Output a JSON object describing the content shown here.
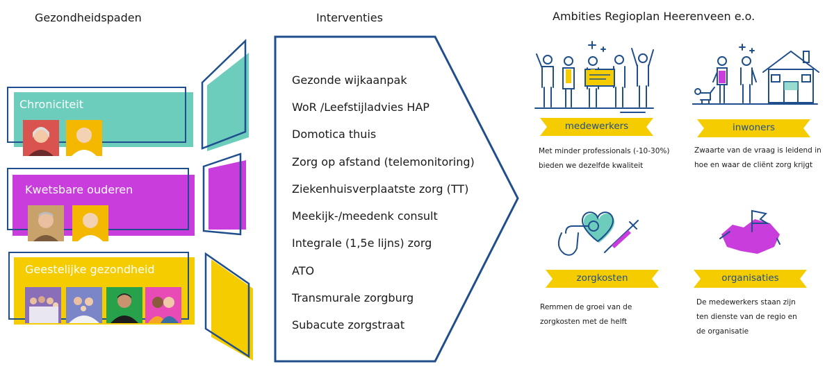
{
  "columns": {
    "pathways_title": "Gezondheidspaden",
    "interventions_title": "Interventies",
    "ambitions_title": "Ambities Regioplan Heerenveen e.o."
  },
  "pathways": [
    {
      "label": "Chroniciteit",
      "color": "#6ccdbd"
    },
    {
      "label": "Kwetsbare ouderen",
      "color": "#c83ddb"
    },
    {
      "label": "Geestelijke gezondheid",
      "color": "#f5cc00"
    }
  ],
  "interventions": [
    "Gezonde wijkaanpak",
    "WoR /Leefstijladvies HAP",
    "Domotica thuis",
    "Zorg op afstand (telemonitoring)",
    "Ziekenhuisverplaatste zorg (TT)",
    "Meekijk-/meedenk consult",
    "Integrale (1,5e lijns) zorg",
    "ATO",
    "Transmurale zorgburg",
    "Subacute zorgstraat"
  ],
  "ambitions": [
    {
      "label": "medewerkers",
      "desc_lines": [
        "Met minder professionals  (-10-30%)",
        "bieden we dezelfde kwaliteit"
      ],
      "icon": "people-celebrating-icon"
    },
    {
      "label": "inwoners",
      "desc_lines": [
        "Zwaarte van de vraag is leidend in",
        "hoe en waar de cliënt zorg krijgt"
      ],
      "icon": "house-with-people-icon"
    },
    {
      "label": "zorgkosten",
      "desc_lines": [
        "Remmen de groei van de",
        "zorgkosten met de helft"
      ],
      "icon": "stethoscope-heart-syringe-icon"
    },
    {
      "label": "organisaties",
      "desc_lines": [
        "De medewerkers staan zijn",
        "ten dienste van de regio en",
        "de organisatie"
      ],
      "icon": "region-map-flag-icon"
    }
  ],
  "colors": {
    "navy": "#1f4e8c",
    "teal": "#6ccdbd",
    "magenta": "#c83ddb",
    "yellow": "#f5cc00",
    "ribbon": "#f5cc00"
  }
}
